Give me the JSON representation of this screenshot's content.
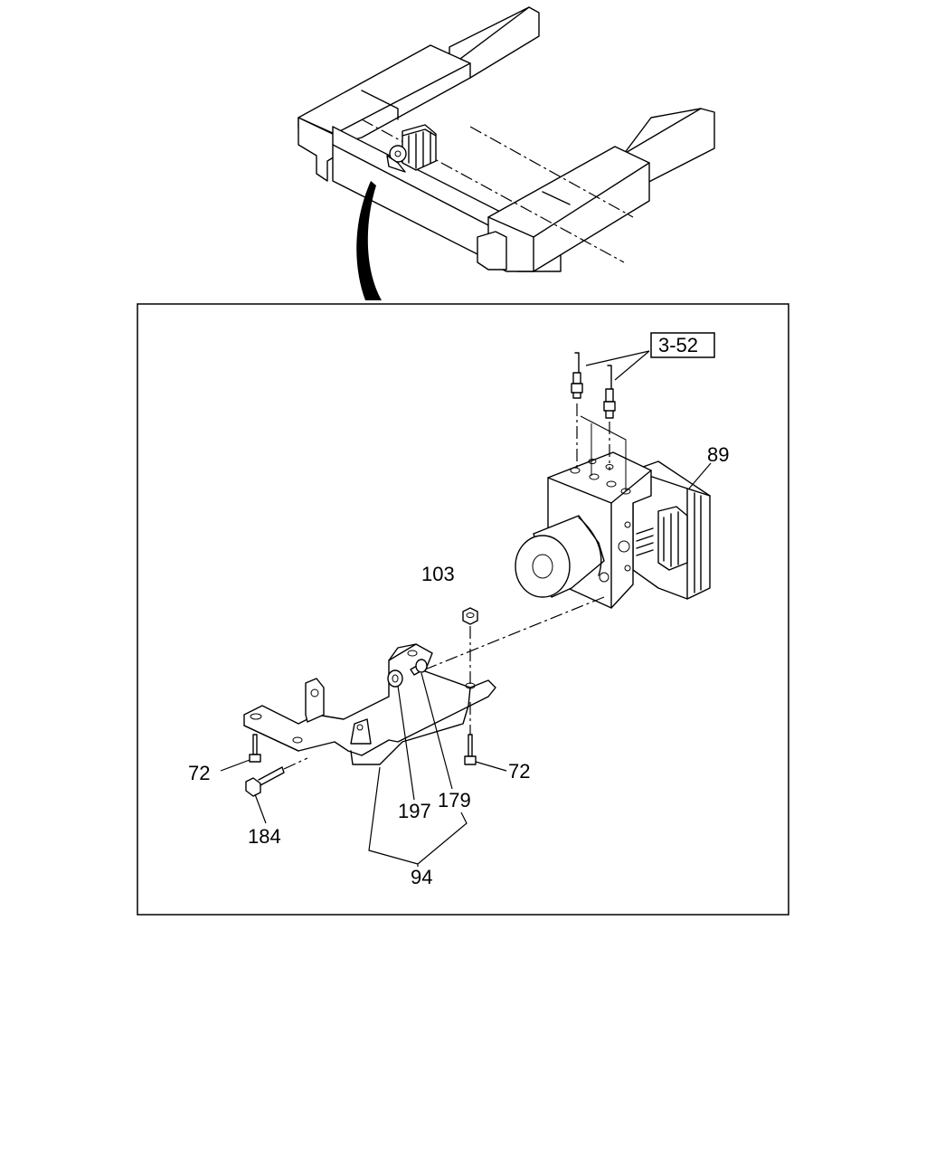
{
  "diagram": {
    "callouts": [
      {
        "id": "c-3-52",
        "label": "3-52",
        "boxed": true
      },
      {
        "id": "c-89",
        "label": "89"
      },
      {
        "id": "c-103",
        "label": "103"
      },
      {
        "id": "c-72-left",
        "label": "72"
      },
      {
        "id": "c-72-right",
        "label": "72"
      },
      {
        "id": "c-184",
        "label": "184"
      },
      {
        "id": "c-197",
        "label": "197"
      },
      {
        "id": "c-179",
        "label": "179"
      },
      {
        "id": "c-94",
        "label": "94"
      }
    ]
  }
}
